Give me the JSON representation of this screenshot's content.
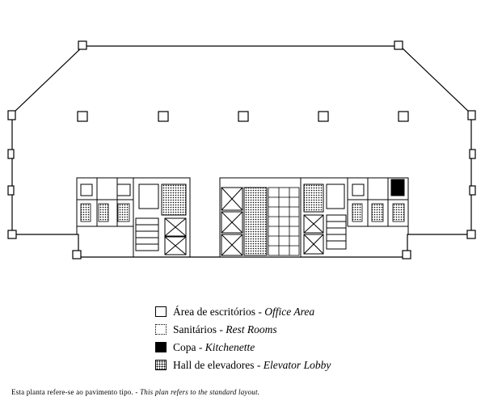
{
  "legend": {
    "items": [
      {
        "pt": "Área de escritórios",
        "en": "Office Area",
        "swatch": "office"
      },
      {
        "pt": "Sanitários",
        "en": "Rest Rooms",
        "swatch": "rest"
      },
      {
        "pt": "Copa",
        "en": "Kitchenette",
        "swatch": "kitchen"
      },
      {
        "pt": "Hall de elevadores",
        "en": "Elevator Lobby",
        "swatch": "lobby"
      }
    ],
    "separator": " - "
  },
  "footnote": {
    "pt": "Esta planta refere-se ao pavimento tipo.",
    "separator": " - ",
    "en": "This plan refers to the standard layout."
  }
}
